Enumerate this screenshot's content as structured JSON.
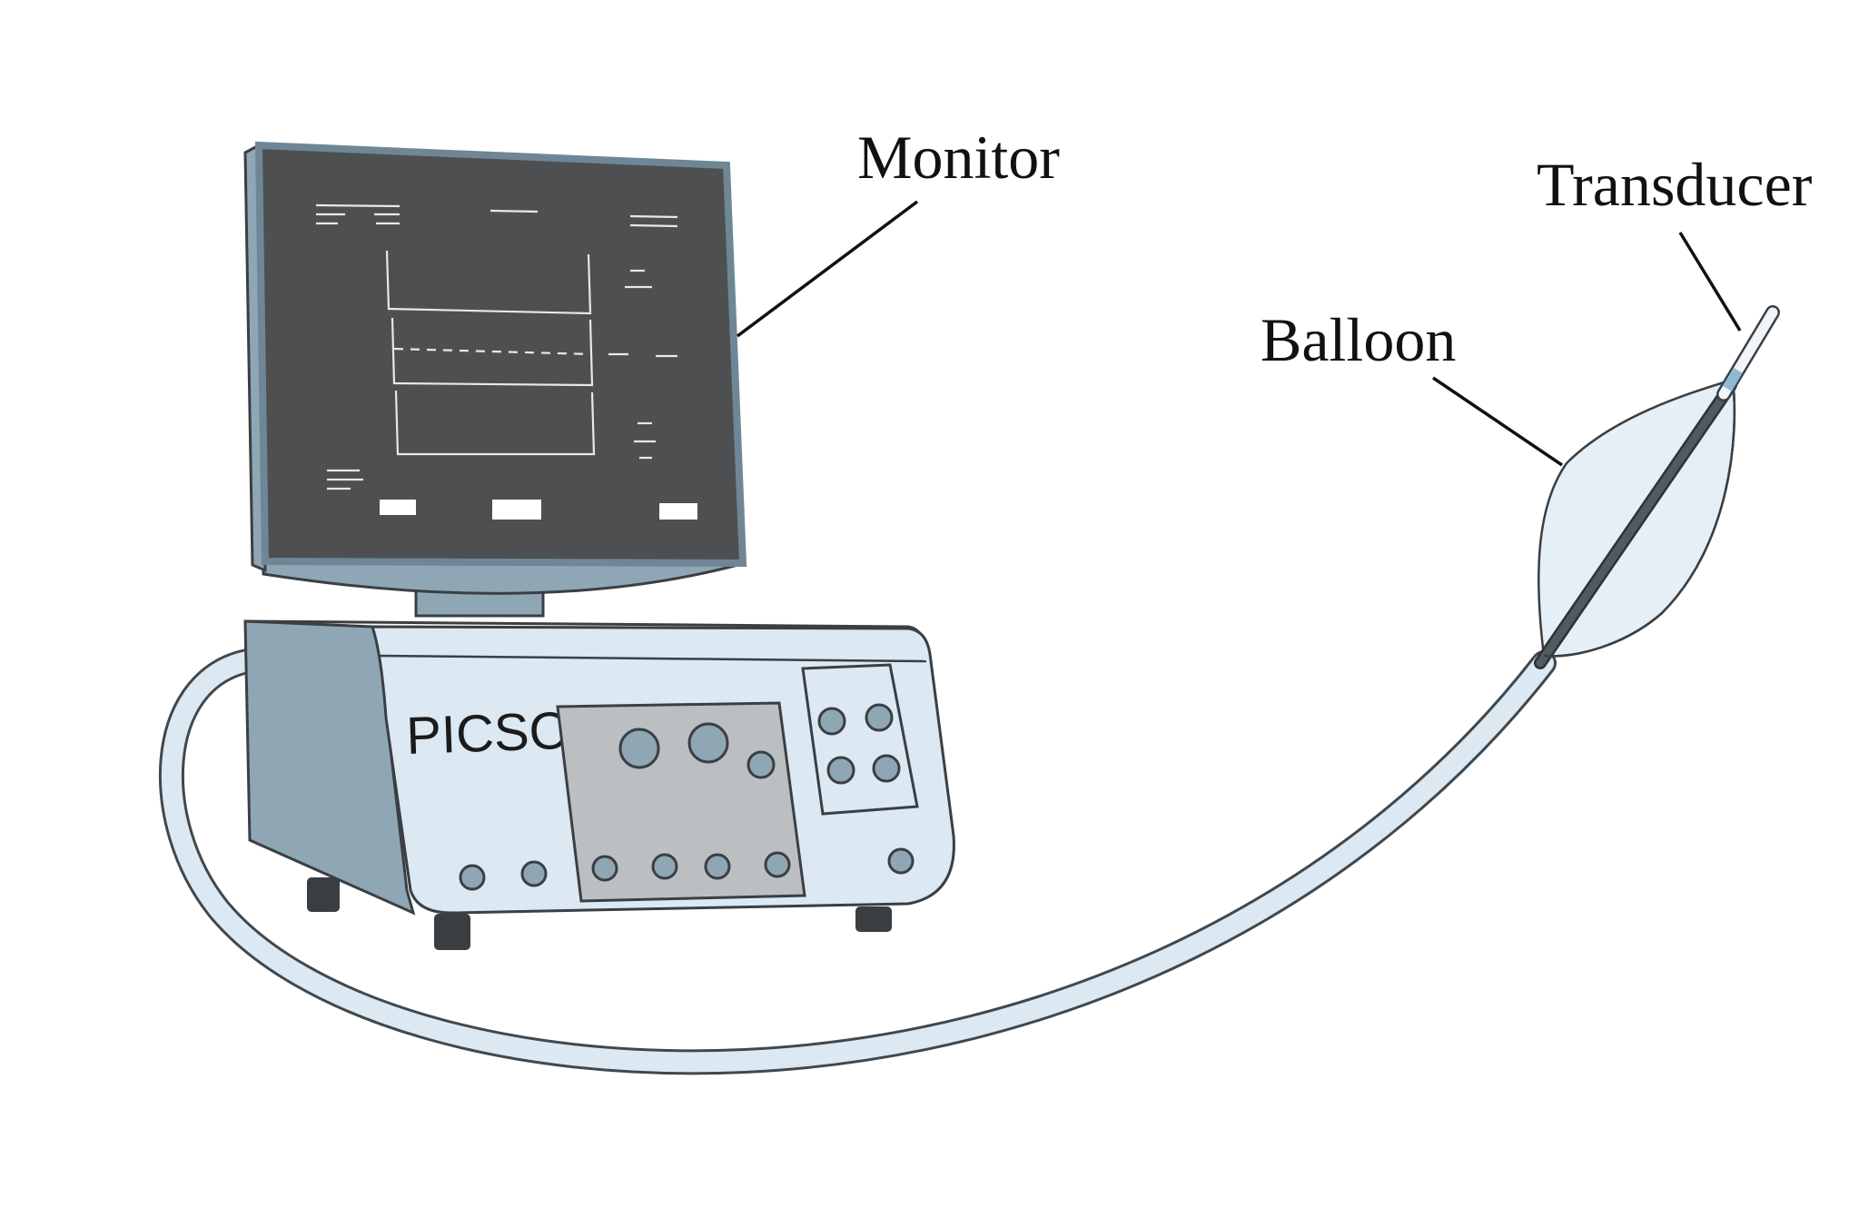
{
  "labels": {
    "monitor": "Monitor",
    "transducer": "Transducer",
    "balloon": "Balloon"
  },
  "device": {
    "brand_text": "PICSO"
  },
  "colors": {
    "screen": "#4d4f51",
    "bezel": "#8fa6b5",
    "body": "#dce8f2",
    "side_panel": "#8fa6b5",
    "keypad": "#bcbfc2",
    "knob": "#8fa6b5",
    "catheter": "#4f5b5e",
    "balloon_fill": "#e6eef6",
    "tube": "#dce8f2"
  }
}
